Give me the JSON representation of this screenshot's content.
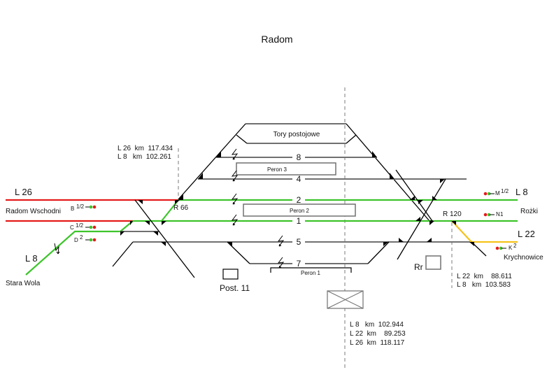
{
  "title": "Radom",
  "colors": {
    "line_l26": "#e41b1b",
    "line_l8": "#3dc42b",
    "line_l22": "#f5c21b",
    "track": "#707070",
    "signal_red": "#e41b1b",
    "signal_green": "#3dc42b"
  },
  "yard": {
    "siding_label": "Tory postojowe",
    "tracks": [
      {
        "number": "8"
      },
      {
        "number": "4"
      },
      {
        "number": "2"
      },
      {
        "number": "1"
      },
      {
        "number": "5"
      },
      {
        "number": "7"
      }
    ],
    "platforms": [
      {
        "label": "Peron 3"
      },
      {
        "label": "Peron 2"
      },
      {
        "label": "Peron 1"
      }
    ]
  },
  "left": {
    "line_l26": "L 26",
    "line_l8": "L 8",
    "station_radom_wschodni": "Radom Wschodni",
    "station_stara_wola": "Stara Wola",
    "km_block": [
      "L 26  km  117.434",
      "L 8   km  102.261"
    ],
    "junction": "R 66",
    "signals": [
      {
        "letter": "B",
        "sup": "1/2"
      },
      {
        "letter": "C",
        "sup": "1/2"
      },
      {
        "letter": "D",
        "sup": "2"
      }
    ]
  },
  "right": {
    "line_l8": "L 8",
    "line_l22": "L 22",
    "station_rozki": "Rożki",
    "station_krychnowice": "Krychnowice",
    "junction": "R 120",
    "km_block": [
      "L 22  km    88.611",
      "L 8   km  103.583"
    ],
    "signals": [
      {
        "letter": "M",
        "sup": "1/2"
      },
      {
        "letter": "N",
        "sup": "1"
      },
      {
        "letter": "K",
        "sup": "2"
      }
    ]
  },
  "buildings": {
    "post": "Post. 11",
    "rr": "Rr"
  },
  "station_km_block": [
    "L 8   km  102.944",
    "L 22  km    89.253",
    "L 26  km  118.117"
  ]
}
